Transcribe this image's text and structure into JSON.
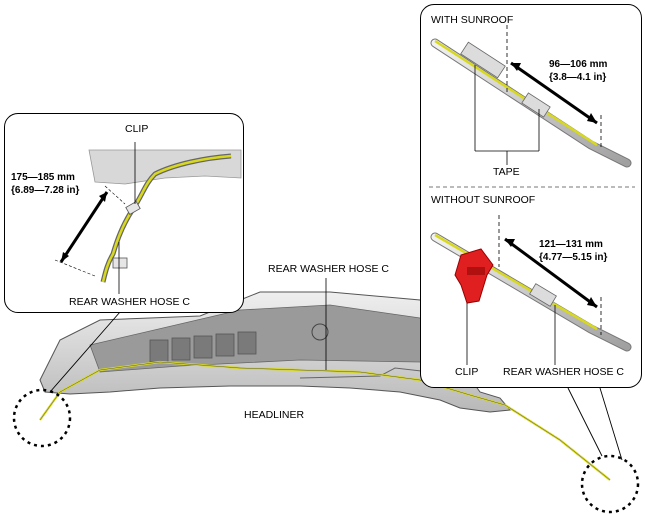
{
  "labels": {
    "headliner": "HEADLINER",
    "main_hose": "REAR WASHER HOSE C",
    "left_clip": "CLIP",
    "left_hose": "REAR WASHER HOSE C",
    "left_dim_mm": "175—185 mm",
    "left_dim_in": "{6.89—7.28 in}",
    "with_sunroof": "WITH SUNROOF",
    "with_dim_mm": "96—106 mm",
    "with_dim_in": "{3.8—4.1 in}",
    "tape": "TAPE",
    "without_sunroof": "WITHOUT SUNROOF",
    "without_dim_mm": "121—131 mm",
    "without_dim_in": "{4.77—5.15 in}",
    "right_clip": "CLIP",
    "right_hose": "REAR WASHER HOSE C"
  },
  "colors": {
    "hose": "#d8d820",
    "clip_red": "#e02020",
    "panel_gray": "#c8c8c8",
    "outline": "#000000"
  }
}
